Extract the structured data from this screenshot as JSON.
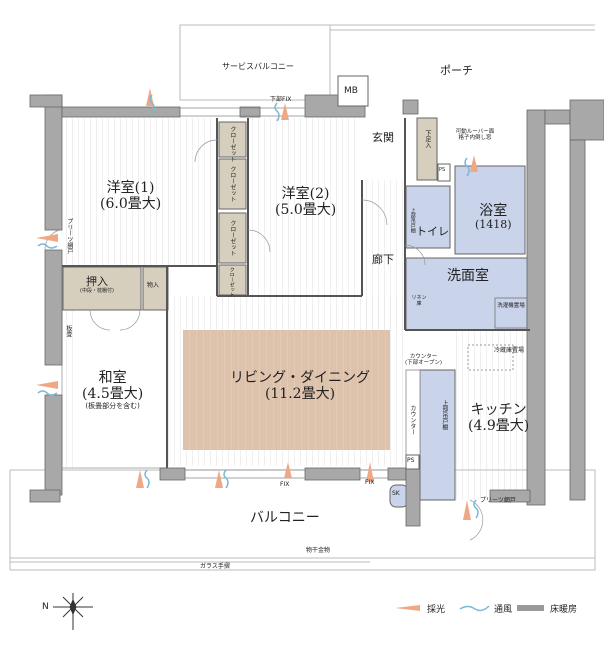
{
  "rooms": {
    "western1": {
      "name": "洋室(1)",
      "size": "(6.0畳大)"
    },
    "western2": {
      "name": "洋室(2)",
      "size": "(5.0畳大)"
    },
    "japanese": {
      "name": "和室",
      "size": "(4.5畳大)",
      "note": "(板畳部分を含む)"
    },
    "living": {
      "name": "リビング・ダイニング",
      "size": "(11.2畳大)"
    },
    "kitchen": {
      "name": "キッチン",
      "size": "(4.9畳大)"
    },
    "bath": {
      "name": "浴室",
      "size": "(1418)"
    },
    "washroom": "洗面室",
    "toilet": "トイレ",
    "entrance": "玄関",
    "hallway": "廊下",
    "balcony": "バルコニー",
    "service_balcony": "サービスバルコニー",
    "porch": "ポーチ",
    "oshiire": "押入",
    "oshiire_note": "(中段・枕棚付)",
    "storage": "物入",
    "closet": "クローゼット",
    "shoe_box": "下足入",
    "linen": "リネン庫",
    "washer": "洗濯機置場",
    "fridge": "冷蔵庫置場",
    "counter_top": "カウンター",
    "counter_top_note": "(下部オープン)",
    "counter_side": "カウンター",
    "upper_cabinet": "上部吊戸棚",
    "toilet_cabinet": "上部吊戸棚",
    "itatatami": "板畳",
    "pleats_door_left": "プリーツ網戸",
    "pleats_door_kitchen": "プリーツ網戸",
    "louver": "可動ルーバー面格子内倒し窓",
    "lower_fix": "下部FIX",
    "fix1": "FIX",
    "fix2": "FIX",
    "mb": "MB",
    "ps1": "PS",
    "ps2": "PS",
    "sk": "SK",
    "drying": "物干金物",
    "glass_rail": "ガラス手摺"
  },
  "compass": {
    "north": "N"
  },
  "legend": {
    "light": "採光",
    "wind": "通風",
    "floor_heating": "床暖房"
  },
  "colors": {
    "wall": "#a8a8a8",
    "storage": "#d6cfbd",
    "wet_area": "#c9d3ea",
    "flooring_accent": "#ddc2ac",
    "light_arrow": "#f0a884",
    "wind": "#7ab8d6",
    "floor_heating": "#999999"
  }
}
